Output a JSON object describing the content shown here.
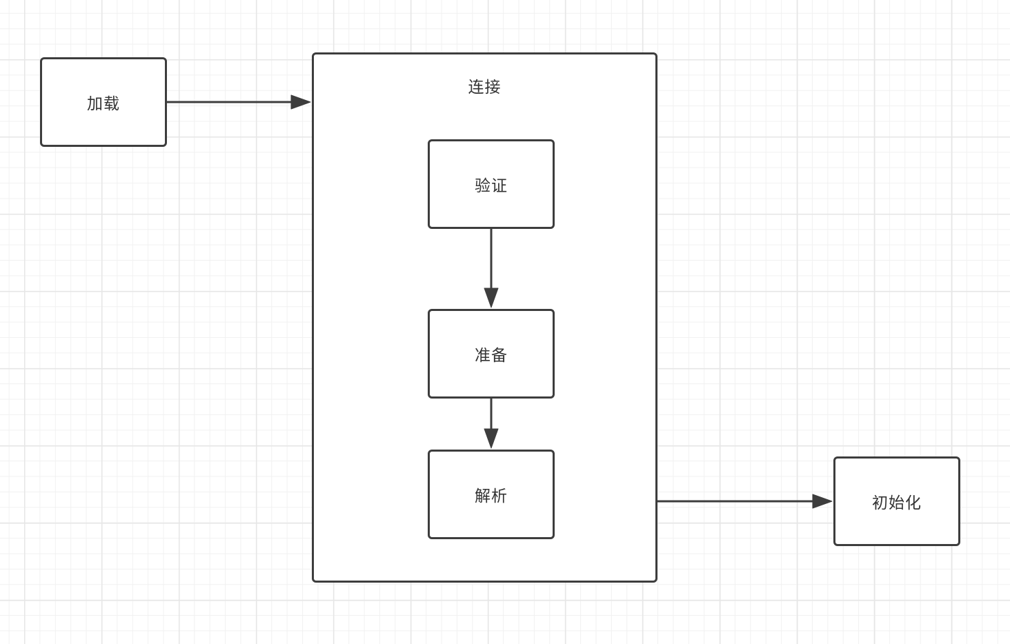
{
  "diagram": {
    "colors": {
      "stroke": "#3d3d3d",
      "text": "#333333",
      "fill": "#ffffff",
      "grid": "#e6e6e6"
    },
    "nodes": {
      "load": "加载",
      "link_group": "连接",
      "verify": "验证",
      "prepare": "准备",
      "resolve": "解析",
      "initialize": "初始化"
    },
    "edges": [
      {
        "from": "加载",
        "to": "连接"
      },
      {
        "from": "验证",
        "to": "准备"
      },
      {
        "from": "准备",
        "to": "解析"
      },
      {
        "from": "连接",
        "to": "初始化"
      }
    ]
  }
}
